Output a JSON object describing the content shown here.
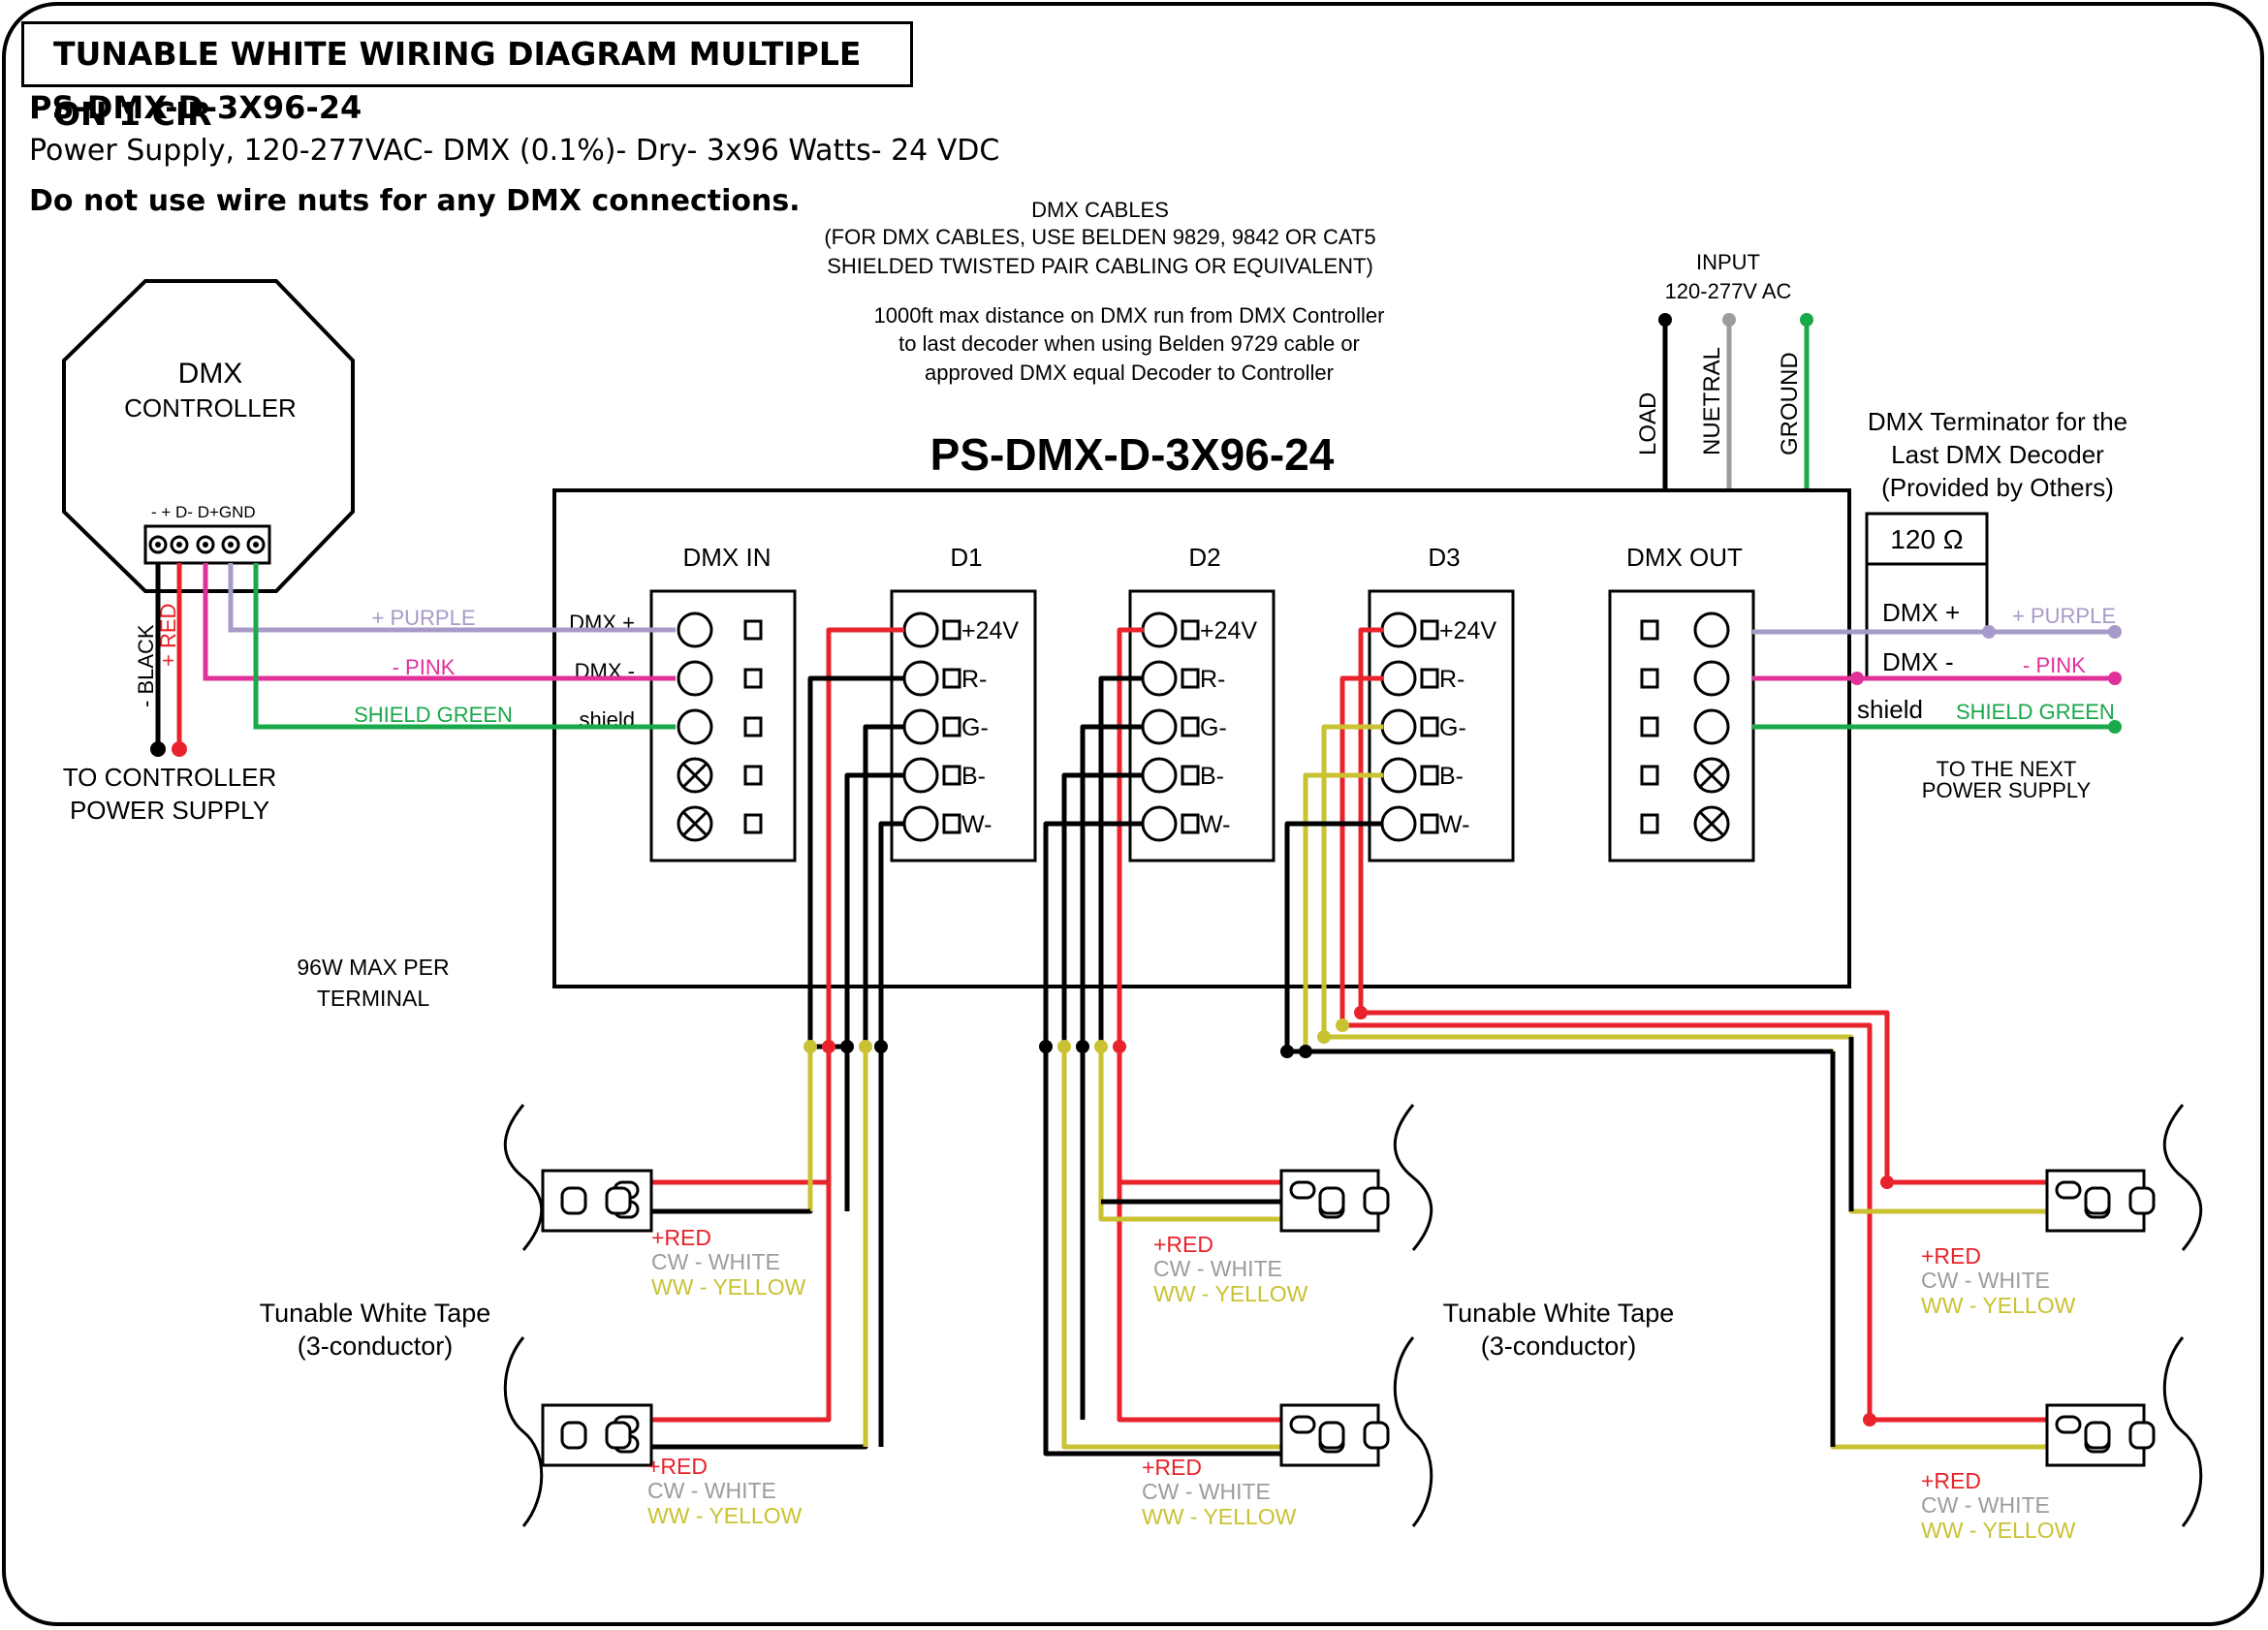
{
  "header": {
    "title": "TUNABLE WHITE WIRING DIAGRAM MULTIPLE ON 1 CIR",
    "model": "PS-DMX-D-3X96-24",
    "description": "Power Supply, 120-277VAC- DMX (0.1%)- Dry- 3x96 Watts- 24 VDC",
    "warning": "Do not use wire nuts for any DMX connections."
  },
  "dmx_cables": {
    "line1": "DMX CABLES",
    "line2": "(FOR DMX CABLES, USE BELDEN 9829, 9842 OR CAT5",
    "line3": "SHIELDED TWISTED PAIR CABLING OR EQUIVALENT)",
    "note1": "1000ft max distance on DMX run from DMX Controller",
    "note2": "to last decoder when using Belden 9729 cable or",
    "note3": "approved DMX equal Decoder to Controller"
  },
  "input": {
    "label1": "INPUT",
    "label2": "120-277V AC",
    "wires": [
      "LOAD",
      "NUETRAL",
      "GROUND"
    ]
  },
  "power_supply": {
    "name": "PS-DMX-D-3X96-24",
    "blocks": [
      "DMX IN",
      "D1",
      "D2",
      "D3",
      "DMX OUT"
    ],
    "dmx_in_labels": [
      "DMX +",
      "DMX -",
      "shield"
    ],
    "output_terminals": [
      "+24V",
      "R-",
      "G-",
      "B-",
      "W-"
    ]
  },
  "controller": {
    "title": "DMX",
    "subtitle": "CONTROLLER",
    "terminals": "-  +  D- D+GND",
    "wire_black": "- BLACK",
    "wire_red": "+ RED",
    "to_supply1": "TO CONTROLLER",
    "to_supply2": "POWER SUPPLY"
  },
  "dmx_wires": {
    "purple": "+ PURPLE",
    "pink": "- PINK",
    "shield": "SHIELD GREEN"
  },
  "terminator": {
    "line1": "DMX Terminator for the",
    "line2": "Last DMX Decoder",
    "line3": "(Provided by Others)",
    "resistor": "120 Ω"
  },
  "dmx_out": {
    "labels": [
      "DMX +",
      "DMX -",
      "shield"
    ],
    "purple": "+ PURPLE",
    "pink": "- PINK",
    "shield": "SHIELD GREEN",
    "next1": "TO THE NEXT",
    "next2": "POWER SUPPLY"
  },
  "max_note": {
    "line1": "96W MAX PER",
    "line2": "TERMINAL"
  },
  "tape": {
    "name": "Tunable White Tape",
    "sub": "(3-conductor)",
    "red": "+RED",
    "white": "CW - WHITE",
    "yellow": "WW - YELLOW"
  },
  "colors": {
    "red": "#e8232b",
    "yellow": "#c9c232",
    "purple": "#a89ac8",
    "pink": "#e0309a",
    "green": "#19a84a",
    "gray": "#9a9ca0",
    "black": "#000000"
  }
}
